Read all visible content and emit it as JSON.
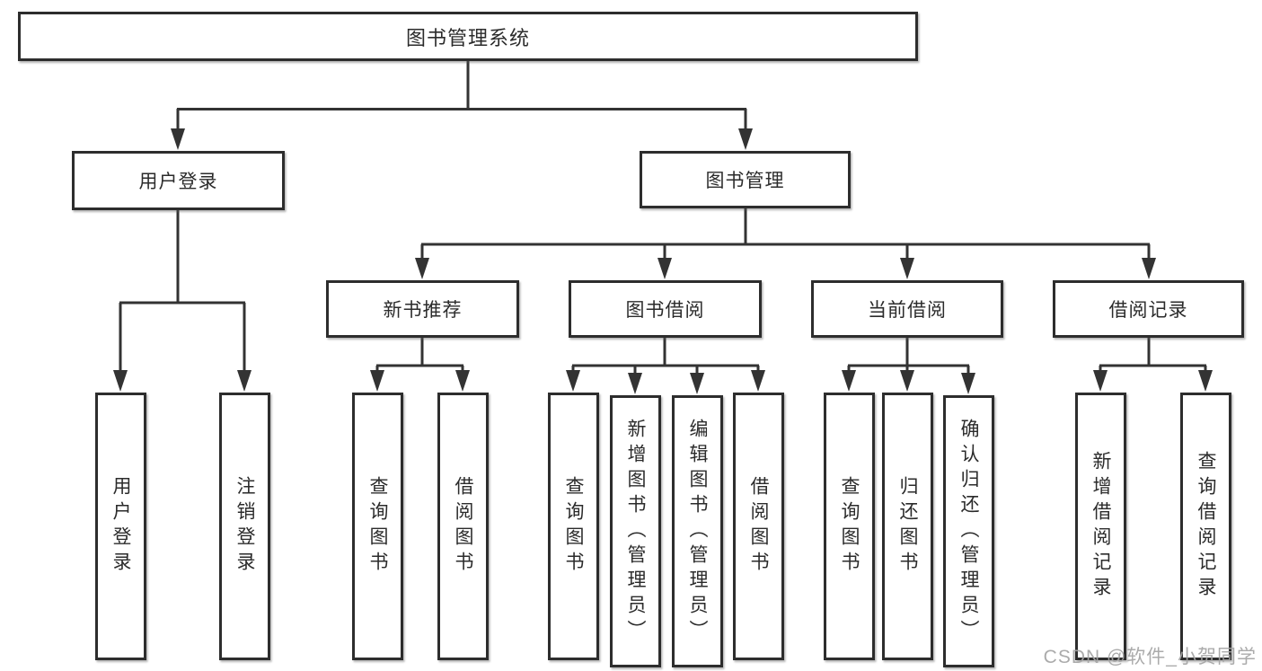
{
  "page": {
    "background": "#ffffff",
    "box_border_color": "#2d2d2d",
    "line_color": "#333333",
    "text_color": "#2b2b2b"
  },
  "watermark": {
    "text": "CSDN @软件_小贺同学",
    "color": "#a4a4a4"
  },
  "nodes": {
    "root": {
      "label": "图书管理系统"
    },
    "level2": [
      {
        "label": "用户登录"
      },
      {
        "label": "图书管理"
      }
    ],
    "level3": [
      {
        "label": "新书推荐",
        "parent": "图书管理"
      },
      {
        "label": "图书借阅",
        "parent": "图书管理"
      },
      {
        "label": "当前借阅",
        "parent": "图书管理"
      },
      {
        "label": "借阅记录",
        "parent": "图书管理"
      }
    ],
    "leaves": [
      {
        "label": "用户登录",
        "parent": "用户登录"
      },
      {
        "label": "注销登录",
        "parent": "用户登录"
      },
      {
        "label": "查询图书",
        "parent": "新书推荐"
      },
      {
        "label": "借阅图书",
        "parent": "新书推荐"
      },
      {
        "label": "查询图书",
        "parent": "图书借阅"
      },
      {
        "label": "新增图书（管理员）",
        "parent": "图书借阅"
      },
      {
        "label": "编辑图书（管理员）",
        "parent": "图书借阅"
      },
      {
        "label": "借阅图书",
        "parent": "图书借阅"
      },
      {
        "label": "查询图书",
        "parent": "当前借阅"
      },
      {
        "label": "归还图书",
        "parent": "当前借阅"
      },
      {
        "label": "确认归还（管理员）",
        "parent": "当前借阅"
      },
      {
        "label": "新增借阅记录",
        "parent": "借阅记录"
      },
      {
        "label": "查询借阅记录",
        "parent": "借阅记录"
      }
    ]
  }
}
